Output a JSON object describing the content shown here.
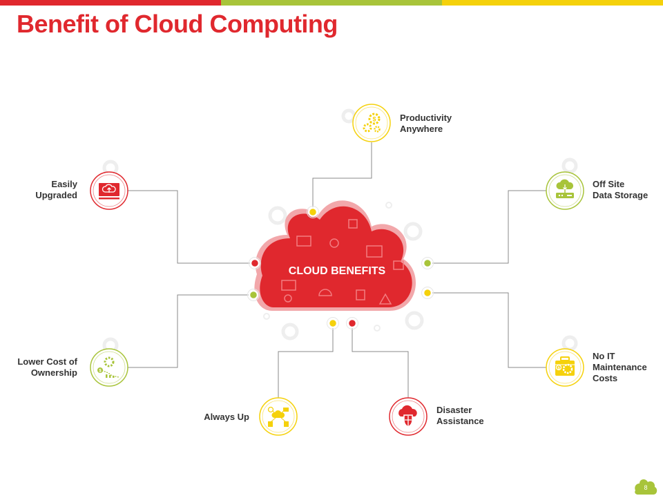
{
  "colors": {
    "red": "#E0282E",
    "green": "#A8C43A",
    "yellow": "#F5D10B",
    "cloud": "#E0282E",
    "cloud_border": "#F2A7AA",
    "line": "#888888"
  },
  "slide": {
    "title": "Benefit of Cloud Computing",
    "page_number": "8"
  },
  "center": {
    "label": "CLOUD BENEFITS"
  },
  "benefits": [
    {
      "id": "productivity",
      "lines": [
        "Productivity",
        "Anywhere"
      ],
      "icon": "gears-dollar-icon",
      "color": "yellow"
    },
    {
      "id": "upgraded",
      "lines": [
        "Easily",
        "Upgraded"
      ],
      "icon": "cloud-upload-monitor-icon",
      "color": "red"
    },
    {
      "id": "storage",
      "lines": [
        "Off Site",
        "Data Storage"
      ],
      "icon": "cloud-server-icon",
      "color": "green"
    },
    {
      "id": "lower-cost",
      "lines": [
        "Lower Cost of",
        "Ownership"
      ],
      "icon": "cost-decrease-gear-icon",
      "color": "green"
    },
    {
      "id": "maintenance",
      "lines": [
        "No IT",
        "Maintenance",
        "Costs"
      ],
      "icon": "toolbox-gear-icon",
      "color": "yellow"
    },
    {
      "id": "always-up",
      "lines": [
        "Always Up"
      ],
      "icon": "cloud-network-icon",
      "color": "yellow"
    },
    {
      "id": "disaster",
      "lines": [
        "Disaster",
        "Assistance"
      ],
      "icon": "cloud-shield-icon",
      "color": "red"
    }
  ]
}
